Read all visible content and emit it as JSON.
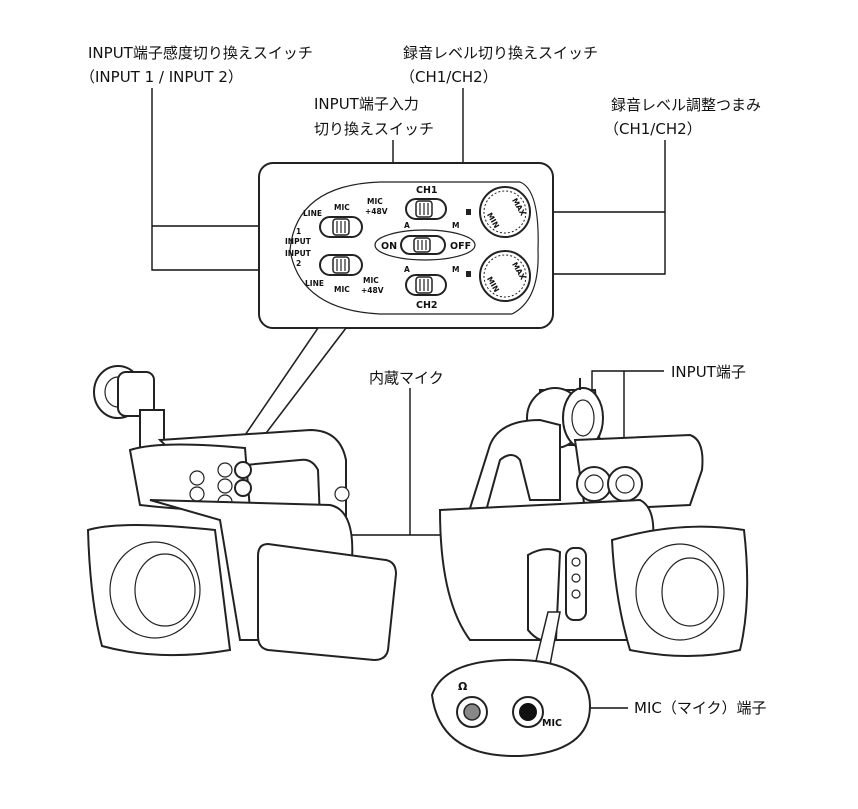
{
  "labels": {
    "input_sens_switch": "INPUT端子感度切り換えスイッチ",
    "input_sens_switch_sub": "（INPUT 1 / INPUT 2）",
    "rec_level_switch": "録音レベル切り換えスイッチ",
    "rec_level_switch_sub": "（CH1/CH2）",
    "input_terminal_switch_line1": "INPUT端子入力",
    "input_terminal_switch_line2": "切り換えスイッチ",
    "rec_level_knob": "録音レベル調整つまみ",
    "rec_level_knob_sub": "（CH1/CH2）",
    "builtin_mic": "内蔵マイク",
    "input_terminal": "INPUT端子",
    "mic_terminal": "MIC（マイク）端子"
  },
  "panel": {
    "ch1": "CH1",
    "ch2": "CH2",
    "mic_top": "MIC",
    "mic48_top_a": "MIC",
    "mic48_top_b": "+48V",
    "line_top": "LINE",
    "input1_num": "1",
    "input1_label": "INPUT",
    "input2_label": "INPUT",
    "input2_num": "2",
    "line_bottom": "LINE",
    "mic_bottom": "MIC",
    "mic48_bottom_a": "MIC",
    "mic48_bottom_b": "+48V",
    "a_top": "A",
    "m_top": "M",
    "a_bottom": "A",
    "m_bottom": "M",
    "on": "ON",
    "off": "OFF",
    "max": "MAX",
    "min": "MIN"
  },
  "inset": {
    "mic_label": "MIC",
    "headphone_symbol": "Ω"
  }
}
